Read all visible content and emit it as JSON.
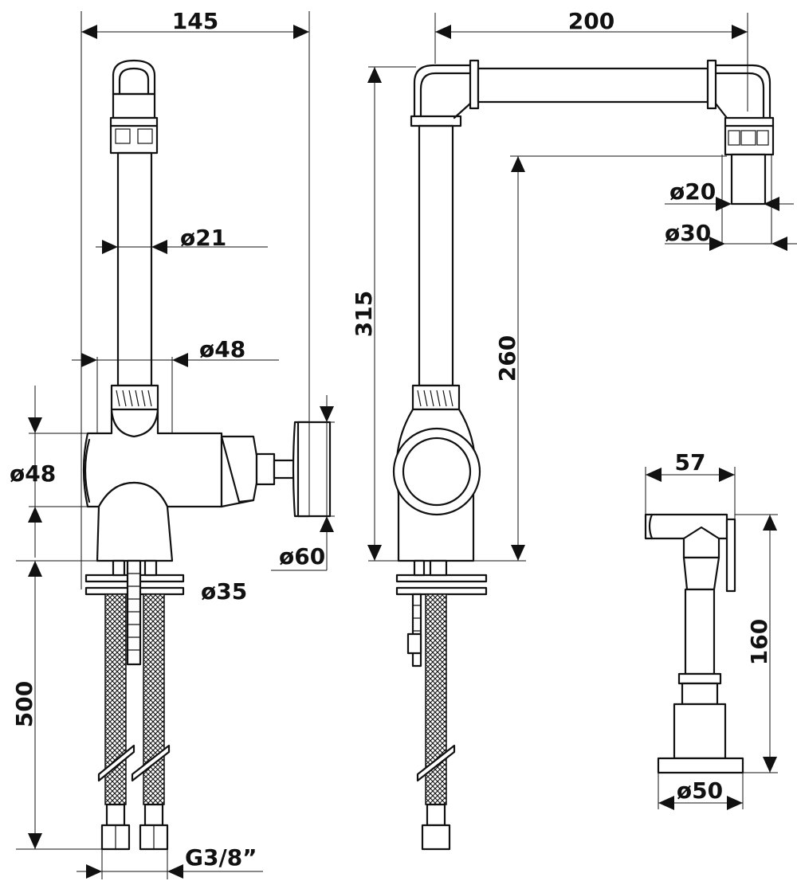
{
  "dimensions": {
    "width_top": "145",
    "pipe_diameter": "ø21",
    "body_diameter_top": "ø48",
    "body_diameter_left": "ø48",
    "handle_diameter": "ø60",
    "base_diameter": "ø35",
    "hose_length": "500",
    "thread": "G3/8”",
    "reach": "200",
    "total_height": "315",
    "spout_height": "260",
    "outlet_inner": "ø20",
    "outlet_outer": "ø30",
    "spray_width": "57",
    "spray_height": "160",
    "spray_base": "ø50"
  },
  "colors": {
    "line": "#111111",
    "background": "#ffffff"
  }
}
